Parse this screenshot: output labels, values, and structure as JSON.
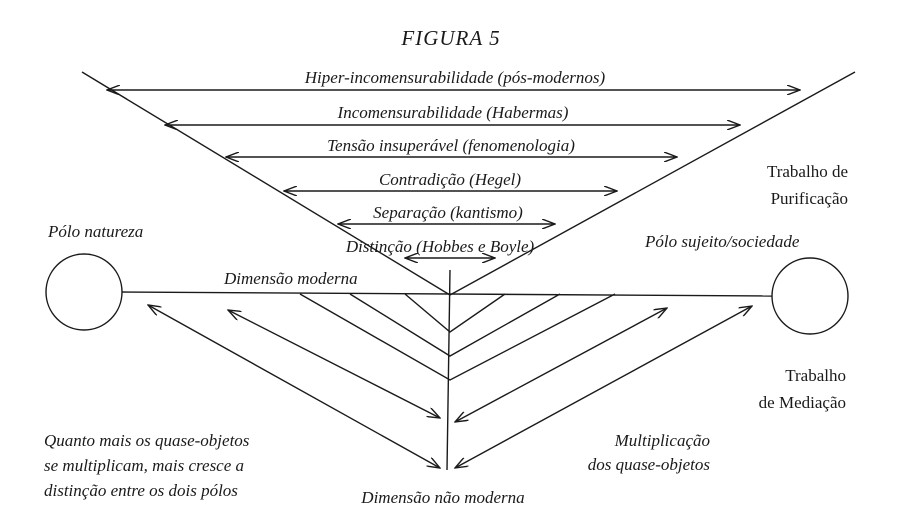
{
  "title": "FIGURA 5",
  "arrows": [
    {
      "id": "hiper",
      "label": "Hiper-incomensurabilidade (pós-modernos)"
    },
    {
      "id": "incom",
      "label": "Incomensurabilidade (Habermas)"
    },
    {
      "id": "tensao",
      "label": "Tensão insuperável (fenomenologia)"
    },
    {
      "id": "contradicao",
      "label": "Contradição (Hegel)"
    },
    {
      "id": "separacao",
      "label": "Separação (kantismo)"
    },
    {
      "id": "distincao",
      "label": "Distinção (Hobbes e Boyle)"
    }
  ],
  "poles": {
    "natureza": "Pólo natureza",
    "sujeito": "Pólo sujeito/sociedade"
  },
  "dimensions": {
    "moderna": "Dimensão moderna",
    "nao_moderna": "Dimensão não moderna"
  },
  "work": {
    "purificacao_1": "Trabalho de",
    "purificacao_2": "Purificação",
    "mediacao_1": "Trabalho",
    "mediacao_2": "de Mediação"
  },
  "notes": {
    "left_1": "Quanto mais os quase-objetos",
    "left_2": "se multiplicam, mais cresce a",
    "left_3": "distinção entre os dois pólos",
    "right_1": "Multiplicação",
    "right_2": "dos quase-objetos"
  }
}
